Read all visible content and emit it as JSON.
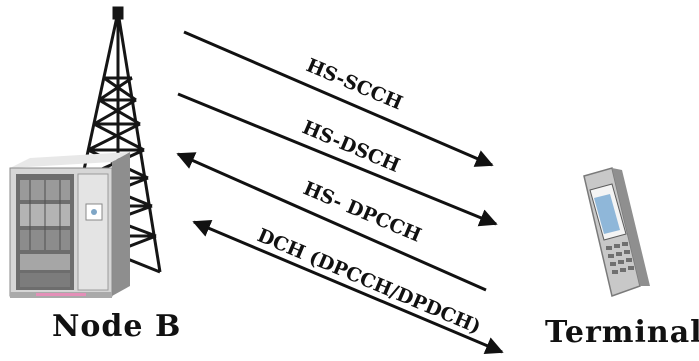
{
  "labels": {
    "node_b": "Node B",
    "terminal": "Terminal"
  },
  "channels": [
    {
      "id": "hs-scch",
      "label": "HS-SCCH",
      "direction": "downlink"
    },
    {
      "id": "hs-dsch",
      "label": "HS-DSCH",
      "direction": "downlink"
    },
    {
      "id": "hs-dpcch",
      "label": "HS- DPCCH",
      "direction": "uplink"
    },
    {
      "id": "dch",
      "label": "DCH (DPCCH/DPDCH)",
      "direction": "bidirectional"
    }
  ],
  "icons": {
    "tower": "radio-tower-icon",
    "cabinet": "base-station-cabinet-icon",
    "phone": "mobile-phone-icon"
  },
  "colors": {
    "line": "#111111",
    "tower": "#151515",
    "cabinet": "#d9d9d9",
    "phone_body": "#c8c8c8"
  }
}
